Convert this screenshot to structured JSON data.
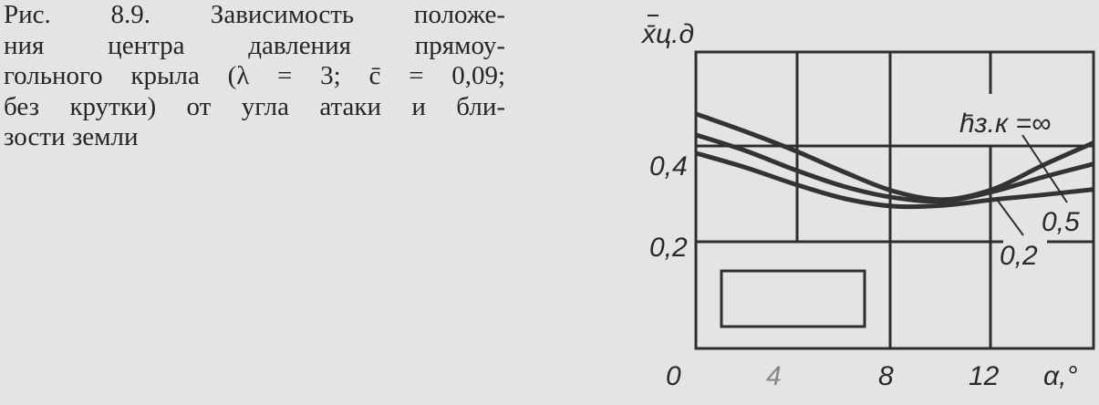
{
  "caption": {
    "lines": [
      "Рис. 8.9. Зависимость положе-",
      "ния центра давления прямоу-",
      "гольного крыла (λ = 3; c̄ = 0,09;",
      "без крутки) от угла атаки и бли-",
      "зости земли"
    ]
  },
  "chart_data": {
    "type": "line",
    "title": "",
    "ylabel": "x̄ц.д",
    "xlabel": "α,°",
    "x_ticks": [
      "0",
      "4",
      "8",
      "12"
    ],
    "y_ticks": [
      "0,2",
      "0,4"
    ],
    "xlim": [
      0,
      16
    ],
    "ylim": [
      0,
      0.6
    ],
    "grid": true,
    "x": [
      0,
      2,
      4,
      6,
      8,
      10,
      12,
      14,
      16
    ],
    "series": [
      {
        "name": "h̄з.к = ∞",
        "label": "h̄з.к =∞",
        "values": [
          0.467,
          0.43,
          0.39,
          0.345,
          0.305,
          0.288,
          0.31,
          0.36,
          0.406
        ]
      },
      {
        "name": "0,5",
        "label": "0,5",
        "values": [
          0.423,
          0.39,
          0.35,
          0.315,
          0.292,
          0.285,
          0.305,
          0.335,
          0.362
        ]
      },
      {
        "name": "0,2",
        "label": "0,2",
        "values": [
          0.385,
          0.355,
          0.32,
          0.29,
          0.274,
          0.276,
          0.288,
          0.298,
          0.309
        ]
      }
    ]
  }
}
